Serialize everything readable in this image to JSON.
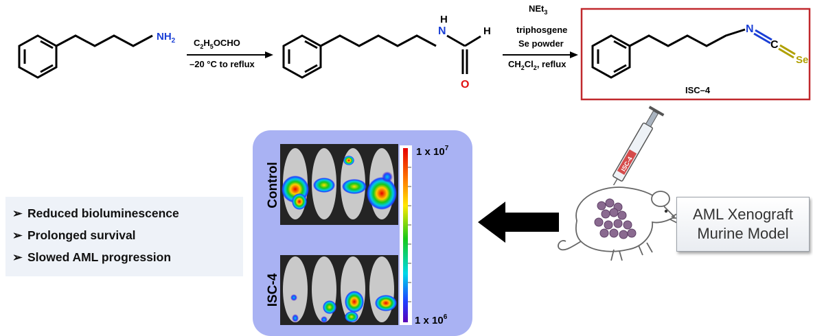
{
  "reaction": {
    "reactant_label": "NH",
    "reactant_label_sub": "2",
    "step1": {
      "reagent_prefix": "C",
      "reagent_sub1": "2",
      "reagent_mid": "H",
      "reagent_sub2": "5",
      "reagent_suffix": "OCHO",
      "conditions": "–20 °C to reflux"
    },
    "intermediate": {
      "n": "N",
      "h_top": "H",
      "h_right": "H",
      "o": "O"
    },
    "step2": {
      "base_prefix": "NEt",
      "base_sub": "3",
      "reagent2": "triphosgene",
      "reagent3": "Se powder",
      "solvent_prefix": "CH",
      "solvent_sub1": "2",
      "solvent_mid": "Cl",
      "solvent_sub2": "2",
      "solvent_suffix": ", reflux"
    },
    "product": {
      "n": "N",
      "c": "C",
      "se": "Se",
      "name": "ISC–4"
    }
  },
  "syringe_label": "ISC-4",
  "imaging": {
    "control_label": "Control",
    "treated_label": "ISC-4",
    "scale_max_prefix": "1 x 10",
    "scale_max_exp": "7",
    "scale_min_prefix": "1 x 10",
    "scale_min_exp": "6"
  },
  "model_label": {
    "line1": "AML Xenograft",
    "line2": "Murine Model"
  },
  "outcomes": {
    "marker": "➢",
    "items": [
      "Reduced bioluminescence",
      "Prolonged survival",
      "Slowed AML progression"
    ]
  },
  "colors": {
    "nitrogen": "#1a3fd6",
    "oxygen": "#e01010",
    "selenium": "#b0a000",
    "product_box": "#c0282c",
    "panel_bg": "#a9b2f3",
    "arrow": "#000000"
  }
}
